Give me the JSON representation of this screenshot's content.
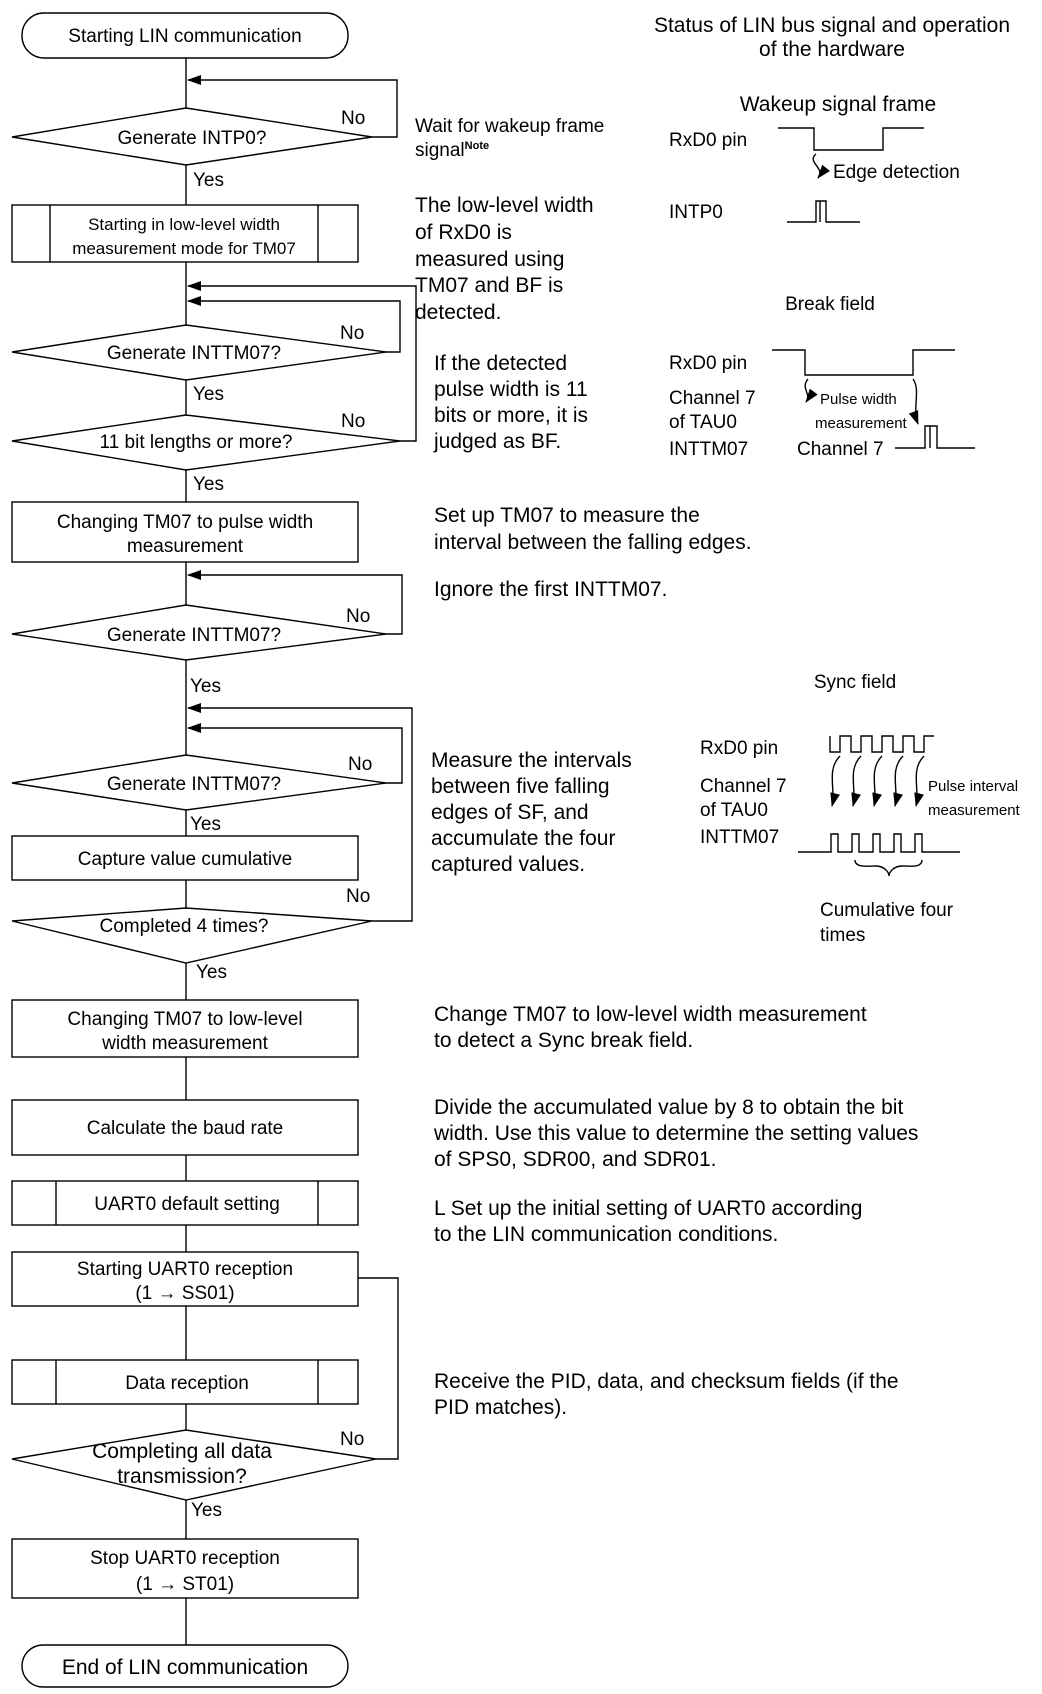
{
  "flowchart": {
    "start": "Starting LIN communication",
    "end": "End of LIN communication",
    "yes": "Yes",
    "no": "No",
    "d_intp0": "Generate INTP0?",
    "p_lowlevel": [
      "Starting in low-level width",
      "measurement mode for TM07"
    ],
    "d_inttm07_a": "Generate INTTM07?",
    "d_11bit": "11 bit lengths or more?",
    "p_pulsewidth": [
      "Changing TM07 to pulse width",
      "measurement"
    ],
    "d_inttm07_b": "Generate INTTM07?",
    "d_inttm07_c": "Generate INTTM07?",
    "p_capture": "Capture value cumulative",
    "d_4times": "Completed 4 times?",
    "p_lowlevel2": [
      "Changing TM07 to low-level",
      "width measurement"
    ],
    "p_baud": "Calculate the baud rate",
    "p_uart_default": "UART0 default setting",
    "p_uart_start": [
      "Starting UART0 reception",
      "(1 → SS01)"
    ],
    "p_data_rx": "Data reception",
    "d_complete": [
      "Completing all data",
      "transmission?"
    ],
    "p_uart_stop": [
      "Stop UART0 reception",
      "(1 → ST01)"
    ]
  },
  "descriptions": {
    "wakeup_wait": [
      "Wait for wakeup frame",
      "signal"
    ],
    "wakeup_note": "Note",
    "lowlevel": [
      "The low-level width",
      "of RxD0 is",
      "measured using",
      "TM07 and BF is",
      "detected."
    ],
    "bf_judge": [
      "If the detected",
      "pulse width is 11",
      "bits or more, it is",
      "judged as BF."
    ],
    "setup_tm07": [
      "Set up TM07 to measure the",
      "interval between the falling edges."
    ],
    "ignore_first": "Ignore the first INTTM07.",
    "measure_intervals": [
      "Measure the intervals",
      "between five falling",
      "edges of SF, and",
      "accumulate the four",
      "captured values."
    ],
    "change_lowlevel": [
      "Change TM07 to low-level width measurement",
      "to detect a Sync break field."
    ],
    "divide": [
      "Divide the accumulated value by 8 to obtain the bit",
      "width.  Use this value to determine the setting values",
      "of SPS0, SDR00, and SDR01."
    ],
    "uart_setup": [
      "L Set up the initial setting of UART0 according",
      "to the LIN communication conditions."
    ],
    "receive_pid": [
      "Receive the PID, data, and checksum fields (if the",
      "PID matches)."
    ]
  },
  "signals": {
    "header": [
      "Status of LIN bus signal and operation",
      "of the hardware"
    ],
    "wakeup": {
      "title": "Wakeup signal frame",
      "rxd0": "RxD0 pin",
      "edge": "Edge detection",
      "intp0": "INTP0"
    },
    "break": {
      "title": "Break field",
      "rxd0": "RxD0 pin",
      "channel7": "Channel 7",
      "of_tau0": "of TAU0",
      "inttm07": "INTTM07",
      "pulse_width": "Pulse width",
      "measurement": "measurement",
      "ch7_label": "Channel 7"
    },
    "sync": {
      "title": "Sync field",
      "rxd0": "RxD0 pin",
      "channel7": "Channel 7",
      "of_tau0": "of TAU0",
      "inttm07": "INTTM07",
      "pulse_interval": "Pulse interval",
      "measurement": "measurement",
      "cumulative": [
        "Cumulative four",
        "times"
      ]
    }
  }
}
